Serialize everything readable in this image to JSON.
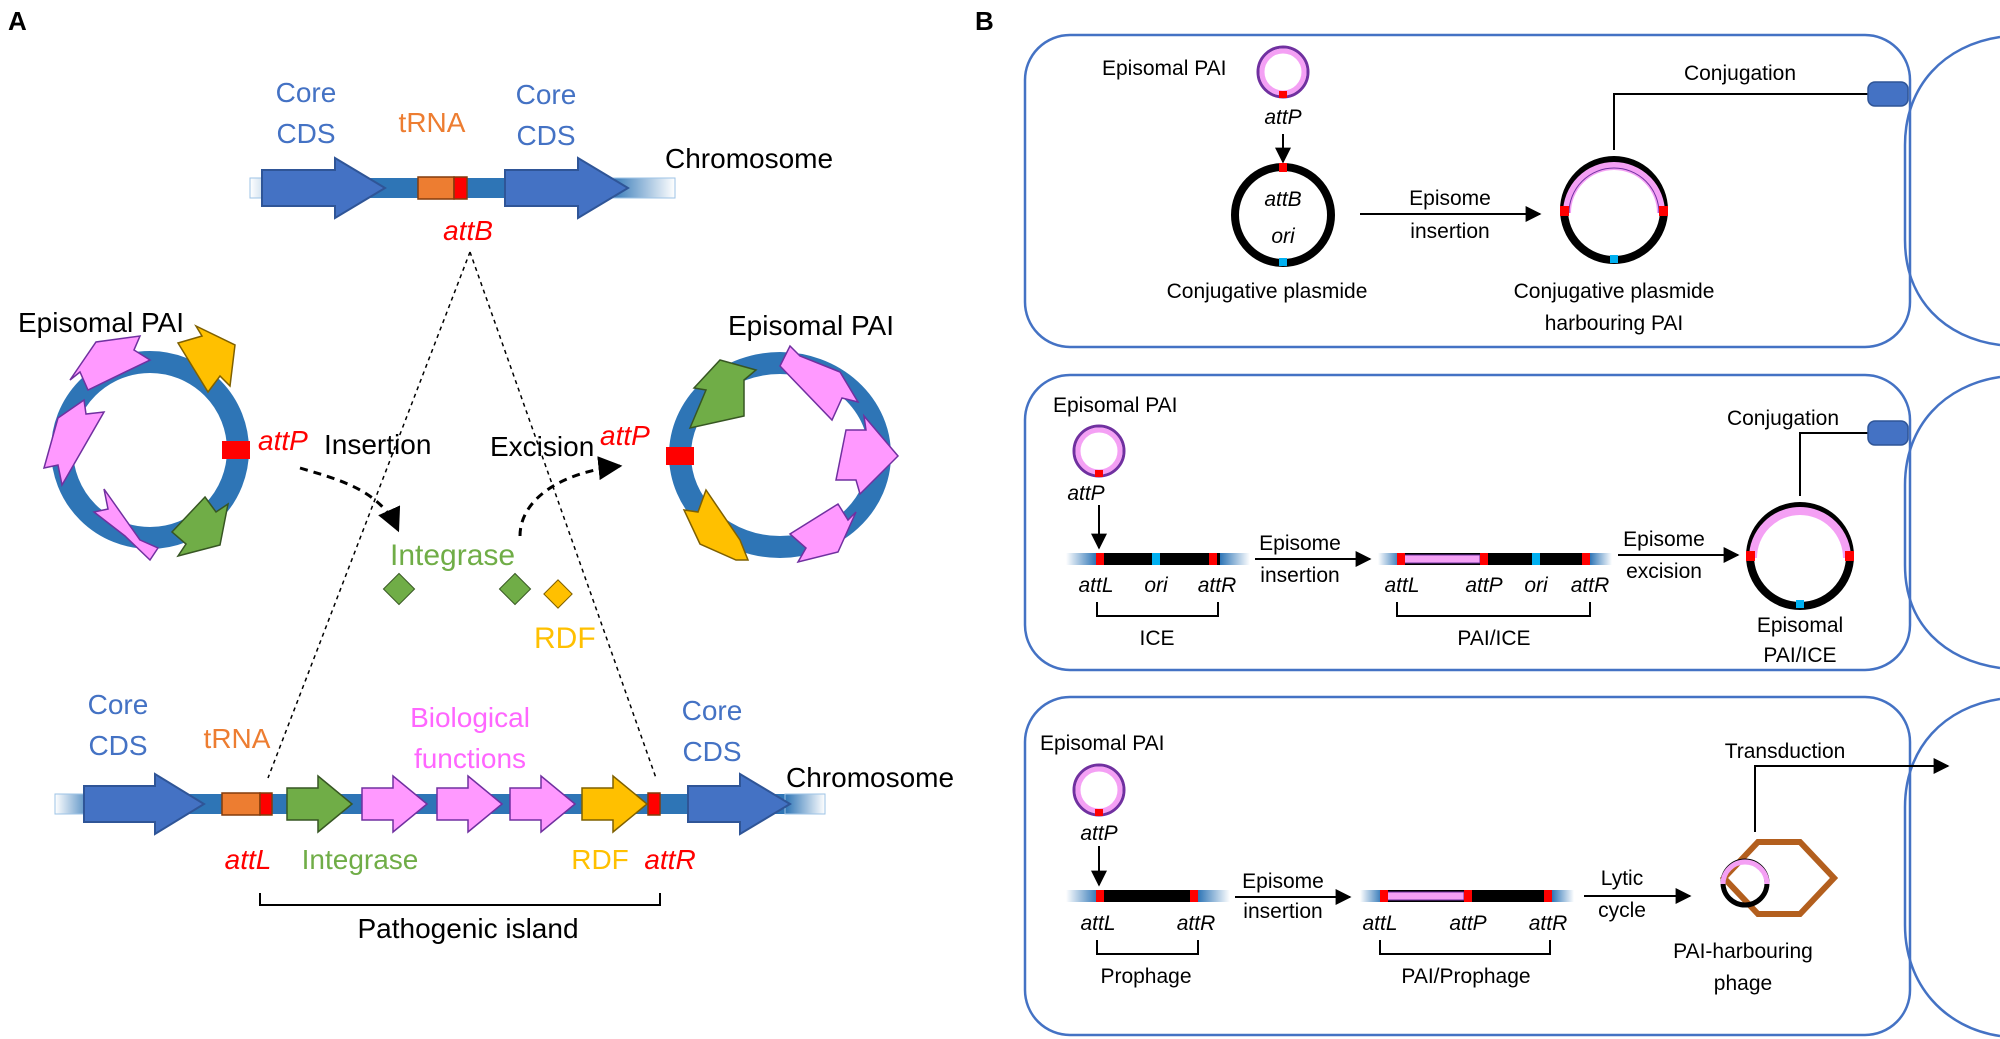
{
  "colors": {
    "core_cds": "#4472c4",
    "trna": "#ed7d31",
    "att": "#ff0000",
    "integrase": "#70ad47",
    "bio": "#ff99ff",
    "rdf": "#ffc000",
    "pink_region": "#f4a0f4",
    "panel_border": "#4472c4",
    "phage": "#b35f1e",
    "ori": "#00b0f0"
  },
  "panel_a": {
    "letter": "A",
    "top": {
      "core1": [
        "Core",
        "CDS"
      ],
      "trna": "tRNA",
      "core2": [
        "Core",
        "CDS"
      ],
      "chromosome": "Chromosome",
      "attb": "attB"
    },
    "left_circle": {
      "label": "Episomal PAI",
      "attp": "attP"
    },
    "right_circle": {
      "label": "Episomal PAI",
      "attp": "attP"
    },
    "insertion": "Insertion",
    "excision": "Excision",
    "integrase": "Integrase",
    "rdf": "RDF",
    "bottom": {
      "core1": [
        "Core",
        "CDS"
      ],
      "trna": "tRNA",
      "bio": [
        "Biological",
        "functions"
      ],
      "core2": [
        "Core",
        "CDS"
      ],
      "chromosome": "Chromosome",
      "attl": "attL",
      "integrase": "Integrase",
      "rdf": "RDF",
      "attr": "attR",
      "island": "Pathogenic island"
    }
  },
  "panel_b": {
    "letter": "B",
    "row1": {
      "episomal": "Episomal PAI",
      "attp": "attP",
      "attb": "attB",
      "ori": "ori",
      "plasmid": "Conjugative plasmide",
      "step": [
        "Episome",
        "insertion"
      ],
      "result": [
        "Conjugative plasmide",
        "harbouring  PAI"
      ],
      "transfer": "Conjugation"
    },
    "row2": {
      "episomal": "Episomal PAI",
      "attp": "attP",
      "attl": "attL",
      "ori": "ori",
      "attr": "attR",
      "ice": "ICE",
      "step1": [
        "Episome",
        "insertion"
      ],
      "attl2": "attL",
      "attp2": "attP",
      "ori2": "ori",
      "attr2": "attR",
      "pai_ice": "PAI/ICE",
      "step2": [
        "Episome",
        "excision"
      ],
      "result": [
        "Episomal",
        "PAI/ICE"
      ],
      "transfer": "Conjugation"
    },
    "row3": {
      "episomal": "Episomal PAI",
      "attp": "attP",
      "attl": "attL",
      "attr": "attR",
      "prophage": "Prophage",
      "step1": [
        "Episome",
        "insertion"
      ],
      "attl2": "attL",
      "attp2": "attP",
      "attr2": "attR",
      "pai_prophage": "PAI/Prophage",
      "step2": [
        "Lytic",
        "cycle"
      ],
      "result": [
        "PAI-harbouring",
        "phage"
      ],
      "transfer": "Transduction"
    }
  }
}
